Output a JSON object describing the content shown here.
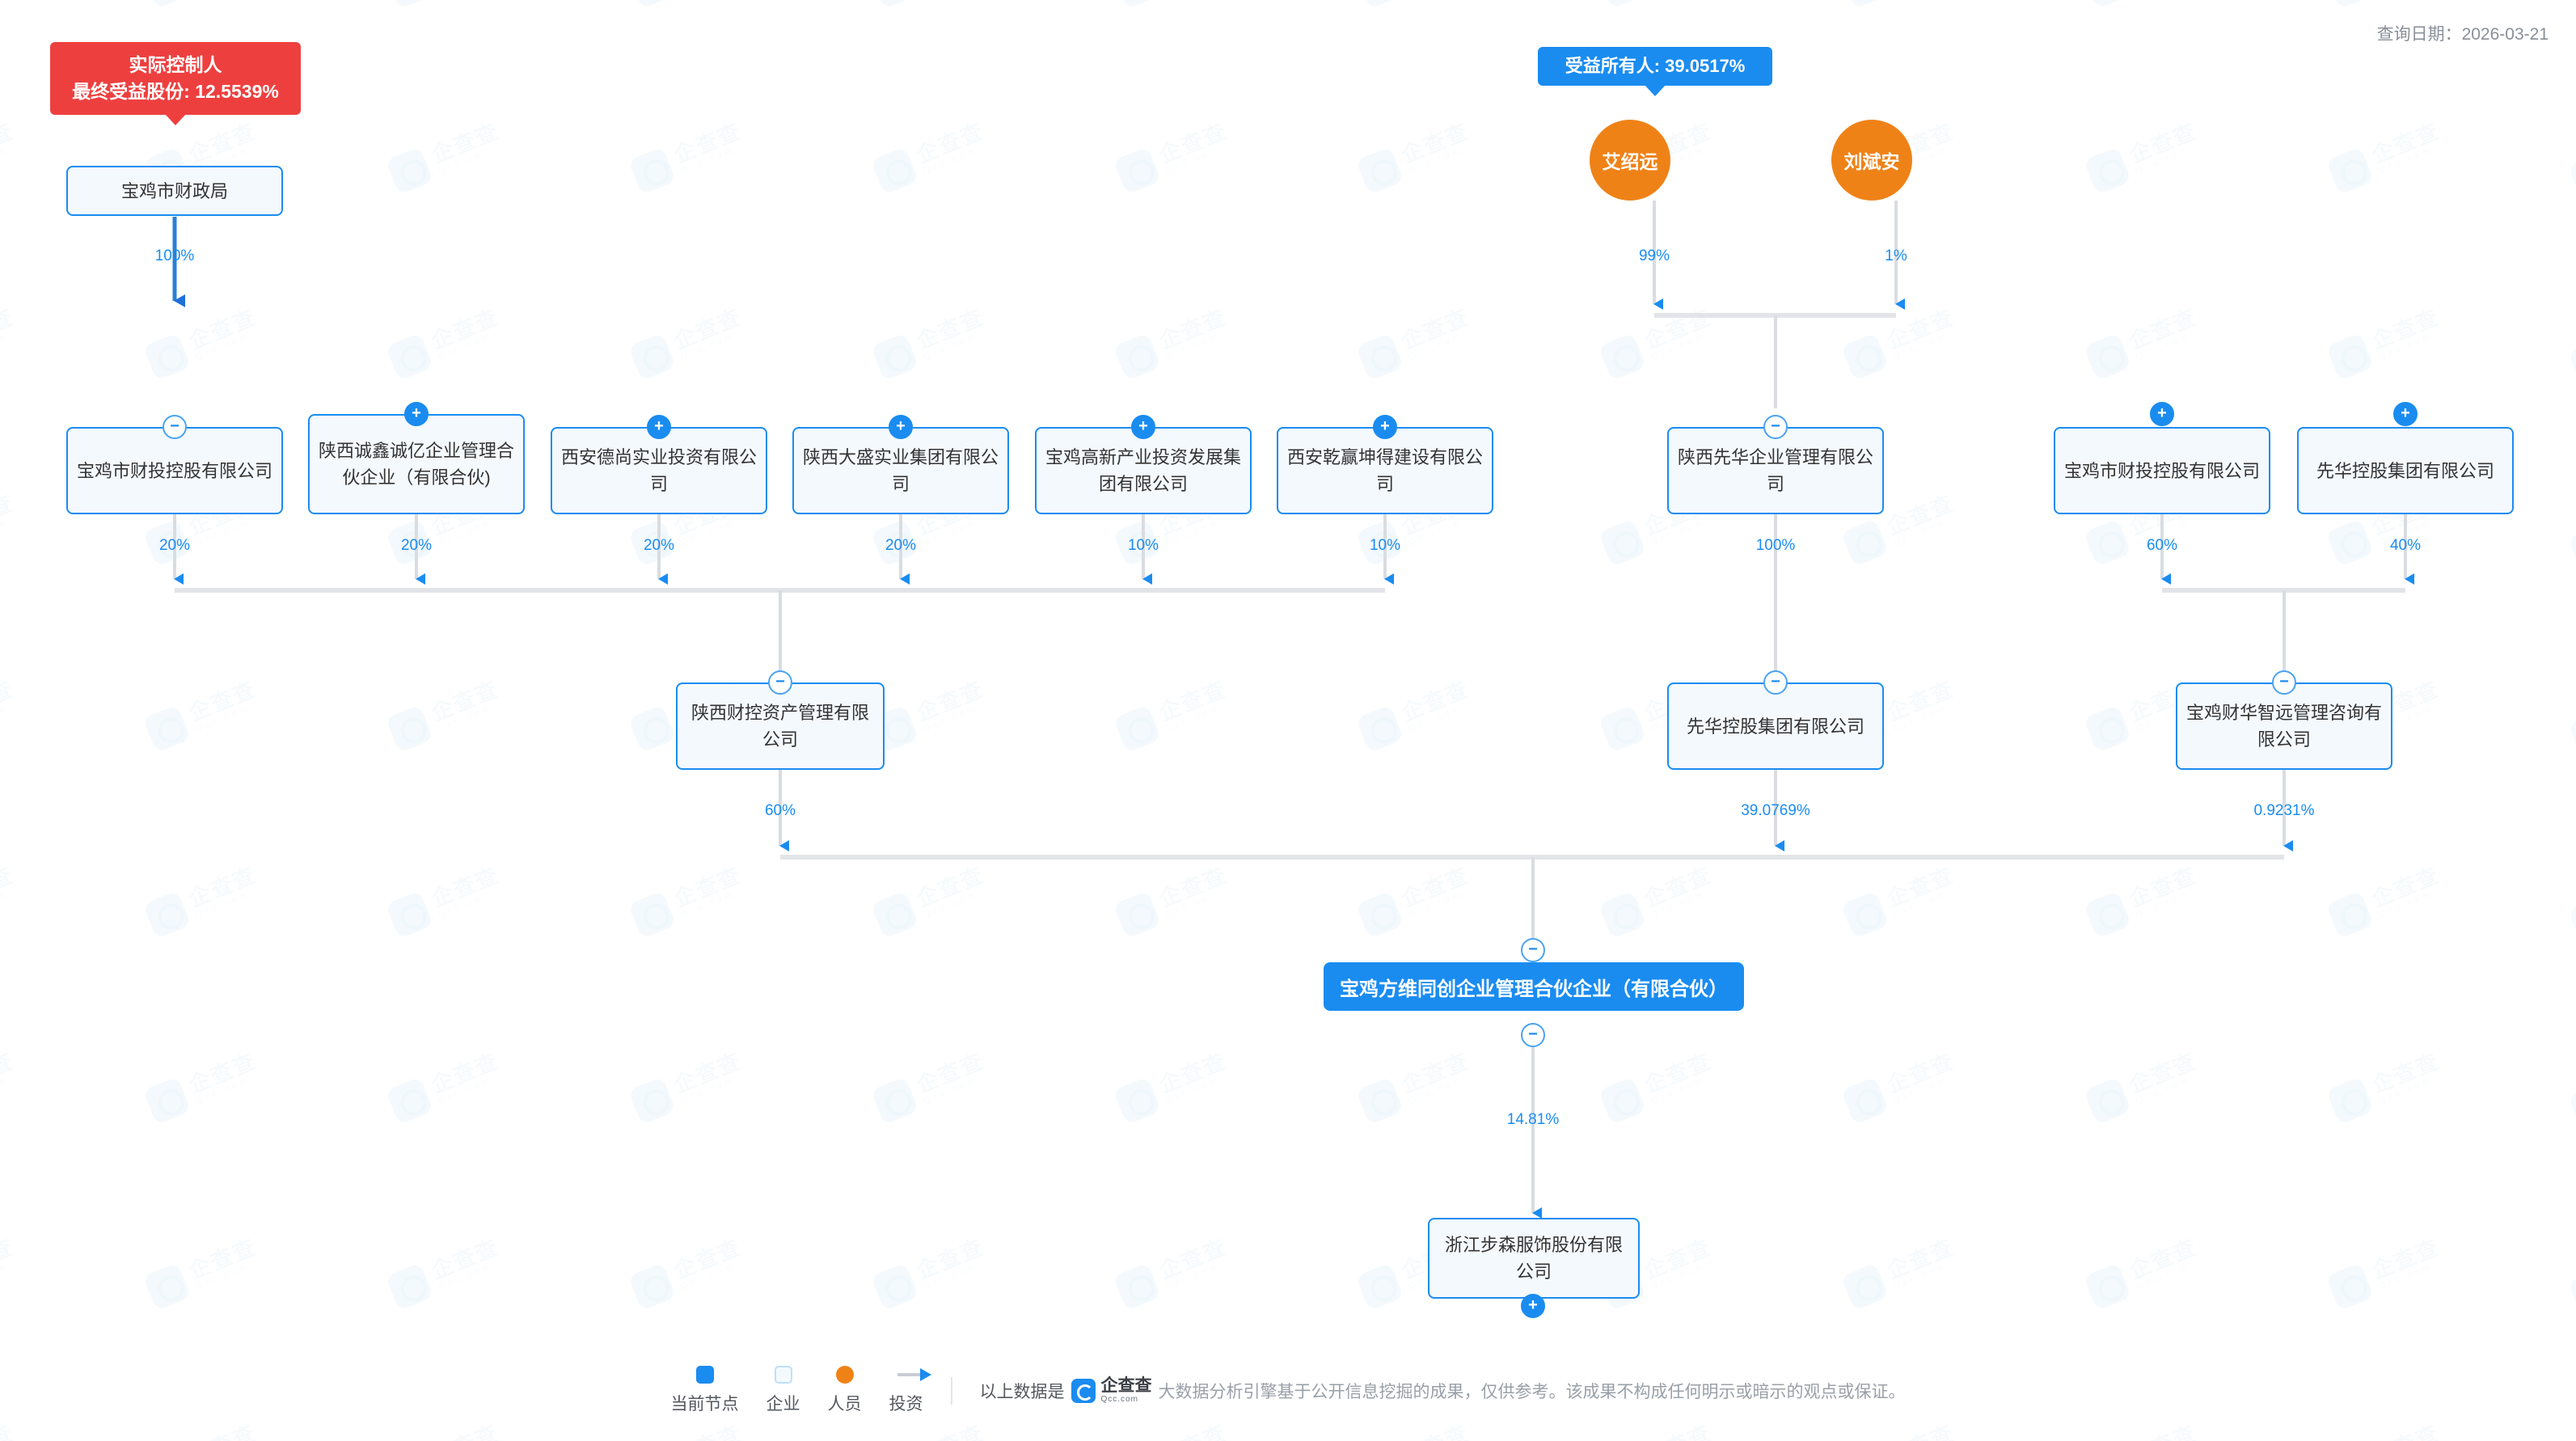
{
  "meta": {
    "query_date_label": "查询日期：2026-03-21"
  },
  "tags": {
    "controller": {
      "line1": "实际控制人",
      "line2": "最终受益股份: 12.5539%",
      "color": "#ee3f3f"
    },
    "beneficial_owner": {
      "line1": "受益所有人: 39.0517%",
      "color": "#1a8cf0"
    }
  },
  "nodes": {
    "baoji_finance_bureau": "宝鸡市财政局",
    "tier1": [
      "宝鸡市财投控股有限公司",
      "陕西诚鑫诚亿企业管理合伙企业（有限合伙)",
      "西安德尚实业投资有限公司",
      "陕西大盛实业集团有限公司",
      "宝鸡高新产业投资发展集团有限公司",
      "西安乾赢坤得建设有限公司"
    ],
    "person_left": "艾绍远",
    "person_right": "刘斌安",
    "xianhua_mgmt": "陕西先华企业管理有限公司",
    "baoji_caitou": "宝鸡市财投控股有限公司",
    "xianhua_holding_top": "先华控股集团有限公司",
    "shaanxi_caikong": "陕西财控资产管理有限公司",
    "xianhua_holding_mid": "先华控股集团有限公司",
    "baoji_caihua": "宝鸡财华智远管理咨询有限公司",
    "current_node": "宝鸡方维同创企业管理合伙企业（有限合伙）",
    "bottom_company": "浙江步森服饰股份有限公司"
  },
  "percents": {
    "bureau_to_caitou": "100%",
    "tier1": [
      "20%",
      "20%",
      "20%",
      "20%",
      "10%",
      "10%"
    ],
    "person_left_to_xianhua": "99%",
    "person_right_to_xianhua": "1%",
    "xianhua_mgmt_to_holding": "100%",
    "caitou_to_caihua": "60%",
    "xianhua_top_to_caihua": "40%",
    "caikong_to_current": "60%",
    "xianhua_mid_to_current": "39.0769%",
    "caihua_to_current": "0.9231%",
    "current_to_bottom": "14.81%"
  },
  "toggles": {
    "plus": "+",
    "minus": "−"
  },
  "legend": {
    "items": [
      {
        "label": "当前节点",
        "kind": "current"
      },
      {
        "label": "企业",
        "kind": "entity"
      },
      {
        "label": "人员",
        "kind": "person"
      },
      {
        "label": "投资",
        "kind": "invest"
      }
    ]
  },
  "footer": {
    "prefix": "以上数据是",
    "brand_cn": "企查查",
    "brand_en": "Qcc.com",
    "disclaimer": "大数据分析引擎基于公开信息挖掘的成果，仅供参考。该成果不构成任何明示或暗示的观点或保证。"
  },
  "colors": {
    "accent_blue": "#1a8cf0",
    "node_fill": "#f4f9fe",
    "person_orange": "#ef8217",
    "red": "#ee3f3f",
    "line_gray": "#d9dcE0"
  },
  "watermark": {
    "cn": "企查查",
    "en": "Qcc.com"
  }
}
